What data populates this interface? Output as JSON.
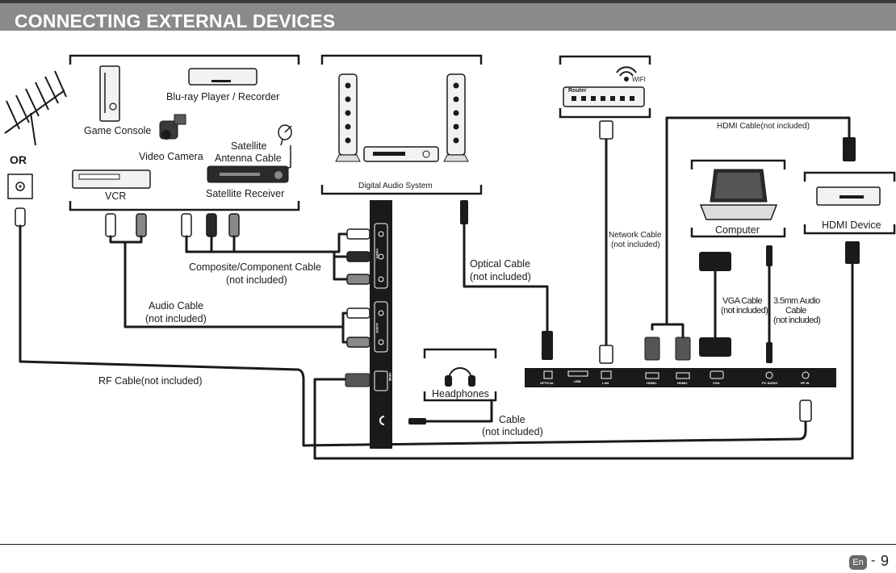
{
  "header": {
    "title": "CONNECTING EXTERNAL DEVICES"
  },
  "labels": {
    "or": "OR",
    "game_console": "Game Console",
    "bluray": "Blu-ray Player / Recorder",
    "video_camera": "Video Camera",
    "satellite_line1": "Satellite",
    "satellite_line2": "Antenna Cable",
    "vcr": "VCR",
    "satellite_receiver": "Satellite Receiver",
    "digital_audio": "Digital Audio System",
    "router": "Router",
    "wifi": "WIFI",
    "hdmi_cable": "HDMI Cable(not included)",
    "network_cable_line1": "Network Cable",
    "network_cable_line2": "(not included)",
    "computer": "Computer",
    "hdmi_device": "HDMI Device",
    "composite_line1": "Composite/Component Cable",
    "composite_line2": "(not included)",
    "optical_line1": "Optical Cable",
    "optical_line2": "(not included)",
    "vga_line1": "VGA Cable",
    "vga_line2": "(not included)",
    "audio35_line1": "3.5mm Audio",
    "audio35_line2": "Cable",
    "audio35_line3": "(not included)",
    "audio_cable_line1": "Audio Cable",
    "audio_cable_line2": "(not included)",
    "rf_cable": "RF Cable(not included)",
    "headphones": "Headphones",
    "cable_line1": "Cable",
    "cable_line2": "(not included)"
  },
  "ports": {
    "optical": "OPTICAL",
    "usb": "USB",
    "lan": "LAN",
    "hdmi1": "HDMI1",
    "hdmi2": "HDMI2",
    "vga": "VGA",
    "pc_audio": "PC AUDIO",
    "rf_in": "RF IN",
    "side_hdmi": "HDMI",
    "audio_lr": "AUDIO",
    "video": "VIDEO"
  },
  "footer": {
    "lang": "En",
    "separator": "-",
    "page": "9"
  }
}
